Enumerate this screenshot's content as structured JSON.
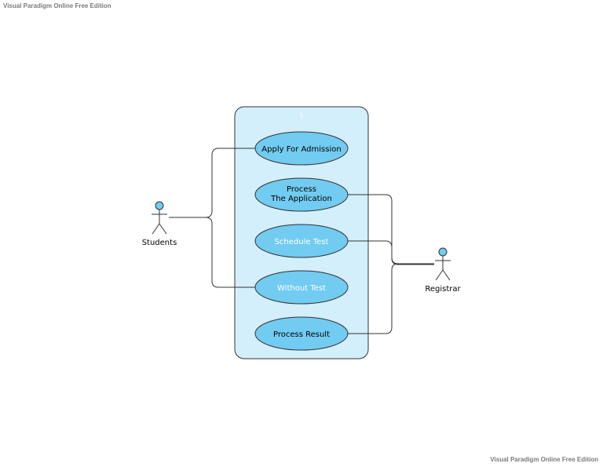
{
  "watermark": {
    "top": "Visual Paradigm Online Free Edition",
    "bottom": "Visual Paradigm Online Free Edition"
  },
  "system": {
    "title": "S"
  },
  "actors": {
    "students": "Students",
    "registrar": "Registrar"
  },
  "use_cases": {
    "apply": {
      "lines": [
        "Apply For Admission"
      ],
      "text_color": "#000000"
    },
    "process_app": {
      "lines": [
        "Process",
        "The Application"
      ],
      "text_color": "#000000"
    },
    "schedule": {
      "lines": [
        "Schedule Test"
      ],
      "text_color": "#ffffff"
    },
    "without": {
      "lines": [
        "Without Test"
      ],
      "text_color": "#ffffff"
    },
    "result": {
      "lines": [
        "Process Result"
      ],
      "text_color": "#000000"
    }
  },
  "colors": {
    "system_fill": "#d3effb",
    "system_stroke": "#333333",
    "usecase_fill": "#72cbf0",
    "actor_head": "#72cbf0"
  }
}
